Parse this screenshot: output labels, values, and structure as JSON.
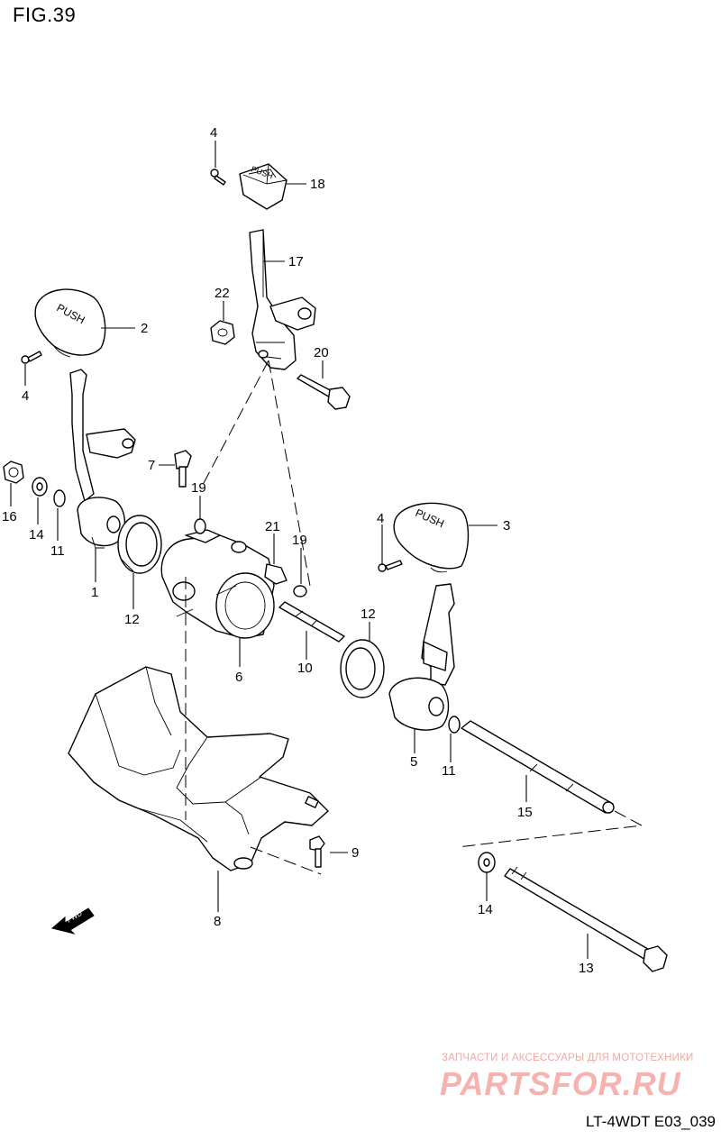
{
  "figure": {
    "title": "FIG.39",
    "code": "LT-4WDT E03_039",
    "fwd_label": "FWD"
  },
  "watermark": {
    "tagline": "ЗАПЧАСТИ И АКСЕССУАРЫ ДЛЯ МОТОТЕХНИКИ",
    "logo": "PARTSFOR.RU"
  },
  "callouts": [
    {
      "id": "c4a",
      "label": "4"
    },
    {
      "id": "c18",
      "label": "18"
    },
    {
      "id": "c17",
      "label": "17"
    },
    {
      "id": "c22",
      "label": "22"
    },
    {
      "id": "c2",
      "label": "2"
    },
    {
      "id": "c20",
      "label": "20"
    },
    {
      "id": "c4b",
      "label": "4"
    },
    {
      "id": "c7",
      "label": "7"
    },
    {
      "id": "c19a",
      "label": "19"
    },
    {
      "id": "c16",
      "label": "16"
    },
    {
      "id": "c14a",
      "label": "14"
    },
    {
      "id": "c11a",
      "label": "11"
    },
    {
      "id": "c1",
      "label": "1"
    },
    {
      "id": "c12a",
      "label": "12"
    },
    {
      "id": "c21",
      "label": "21"
    },
    {
      "id": "c19b",
      "label": "19"
    },
    {
      "id": "c4c",
      "label": "4"
    },
    {
      "id": "c3",
      "label": "3"
    },
    {
      "id": "c6",
      "label": "6"
    },
    {
      "id": "c10",
      "label": "10"
    },
    {
      "id": "c12b",
      "label": "12"
    },
    {
      "id": "c5",
      "label": "5"
    },
    {
      "id": "c11b",
      "label": "11"
    },
    {
      "id": "c15",
      "label": "15"
    },
    {
      "id": "c9",
      "label": "9"
    },
    {
      "id": "c8",
      "label": "8"
    },
    {
      "id": "c14b",
      "label": "14"
    },
    {
      "id": "c13",
      "label": "13"
    }
  ],
  "knob_text": "PUSH"
}
